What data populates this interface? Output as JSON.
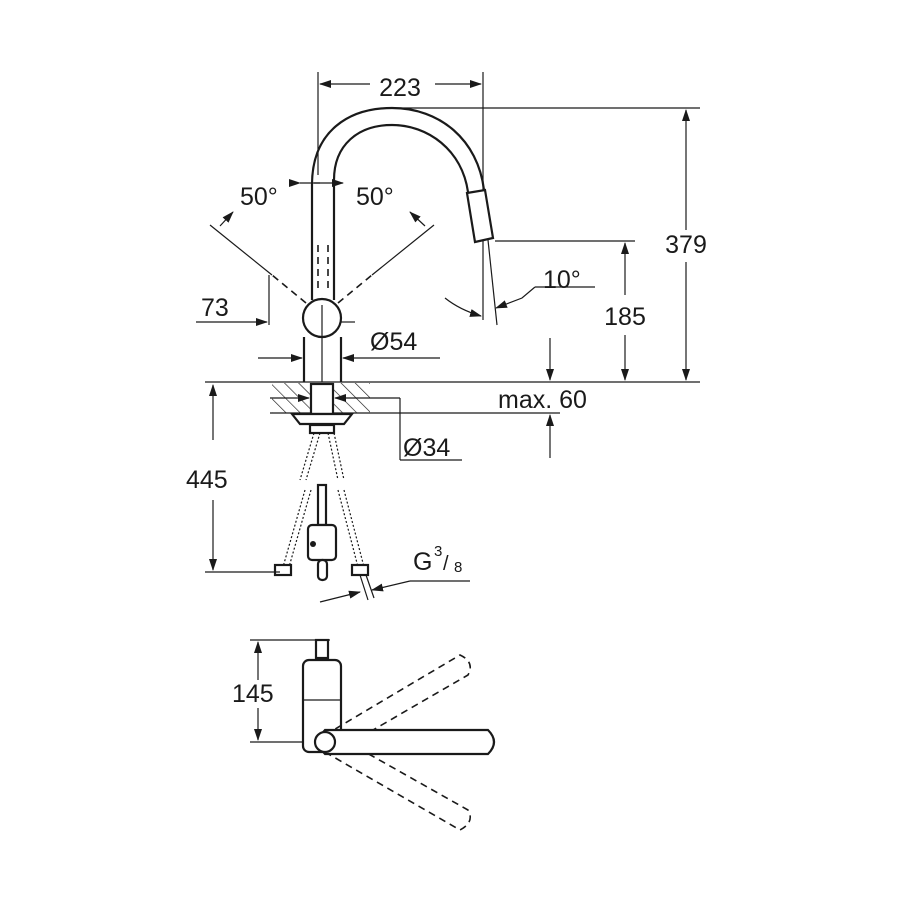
{
  "drawing": {
    "dimensions": {
      "spout_reach": "223",
      "total_height": "379",
      "spout_outlet_height": "185",
      "swivel_left": "50°",
      "swivel_right": "50°",
      "spray_angle": "10°",
      "handle_offset": "73",
      "body_diameter": "Ø54",
      "counter_thickness": "max. 60",
      "hole_diameter": "Ø34",
      "hose_length": "445",
      "connection_thread_prefix": "G",
      "connection_thread_num": "3",
      "connection_thread_den": "8",
      "plan_depth": "145"
    }
  }
}
